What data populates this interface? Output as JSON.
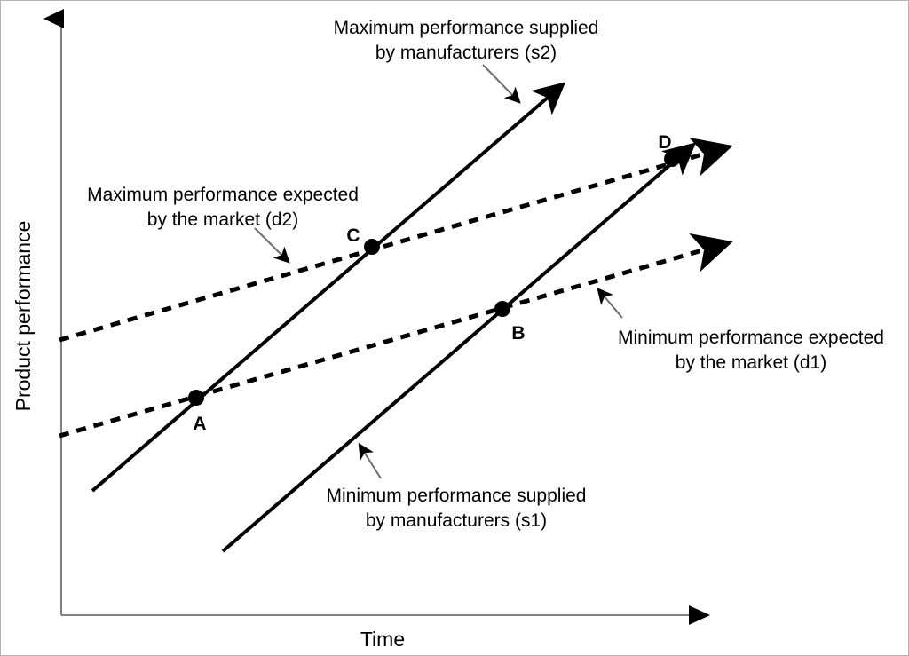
{
  "figure": {
    "title": "",
    "background_color": "#ffffff",
    "border_color": "#b4b4b4",
    "line_color": "#000000",
    "axis_color": "#808080",
    "callout_color": "#6e6e6e"
  },
  "axes": {
    "x_label": "Time",
    "y_label": "Product performance"
  },
  "annotations": {
    "s2_line1": "Maximum performance supplied",
    "s2_line2": "by manufacturers (s2)",
    "d2_line1": "Maximum performance expected",
    "d2_line2": "by the market (d2)",
    "d1_line1": "Minimum performance expected",
    "d1_line2": "by the market (d1)",
    "s1_line1": "Minimum performance supplied",
    "s1_line2": "by manufacturers (s1)"
  },
  "points": {
    "a": "A",
    "b": "B",
    "c": "C",
    "d": "D"
  },
  "chart_data": {
    "type": "line",
    "title": "",
    "xlabel": "Time",
    "ylabel": "Product performance",
    "xlim": [
      0,
      1
    ],
    "ylim": [
      0,
      1
    ],
    "grid": false,
    "legend": "inline-annotations",
    "axes_ticks": "none (conceptual axes)",
    "series": [
      {
        "name": "Maximum performance supplied by manufacturers (s2)",
        "id": "s2",
        "style": "solid",
        "arrow_end": true,
        "points": [
          [
            103,
            552
          ],
          [
            650,
            80
          ]
        ]
      },
      {
        "name": "Minimum performance supplied by manufacturers (s1)",
        "id": "s1",
        "style": "solid",
        "arrow_end": true,
        "points": [
          [
            250,
            620
          ],
          [
            797,
            143
          ]
        ]
      },
      {
        "name": "Maximum performance expected by the market (d2)",
        "id": "d2",
        "style": "dotted",
        "arrow_end": true,
        "points": [
          [
            66,
            382
          ],
          [
            838,
            160
          ]
        ]
      },
      {
        "name": "Minimum performance expected by the market (d1)",
        "id": "d1",
        "style": "dotted",
        "arrow_end": true,
        "points": [
          [
            66,
            490
          ],
          [
            838,
            268
          ]
        ]
      }
    ],
    "intersections": [
      {
        "label": "A",
        "x": 220,
        "y": 447,
        "of": [
          "s2",
          "d1"
        ]
      },
      {
        "label": "B",
        "x": 565,
        "y": 347,
        "of": [
          "s1",
          "d1"
        ]
      },
      {
        "label": "C",
        "x": 418,
        "y": 277,
        "of": [
          "s2",
          "d2"
        ]
      },
      {
        "label": "D",
        "x": 756,
        "y": 178,
        "of": [
          "s1",
          "d2"
        ]
      }
    ]
  }
}
